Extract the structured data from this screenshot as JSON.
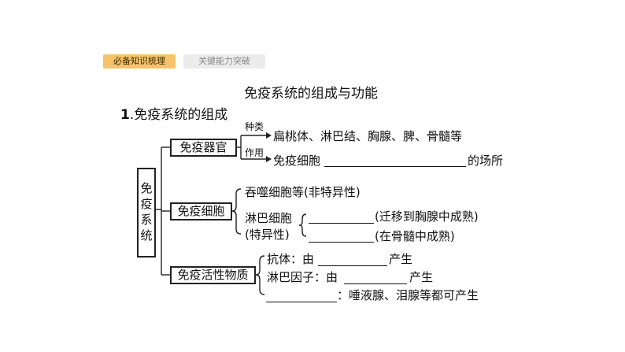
{
  "tabs": {
    "active": "必备知识梳理",
    "inactive": "关键能力突破"
  },
  "title": "免疫系统的组成与功能",
  "section": {
    "number": "1",
    "heading": ".免疫系统的组成"
  },
  "root": "免\n疫\n系\n统",
  "organ": {
    "box": "免疫器官",
    "kind_label": "种类",
    "kind_text": "扁桃体、淋巴结、胸腺、脾、骨髓等",
    "role_label": "作用",
    "role_before": "免疫细胞",
    "role_after": "的场所"
  },
  "cell": {
    "box": "免疫细胞",
    "phago": "吞噬细胞等(非特异性)",
    "lymph_line1": "淋巴细胞",
    "lymph_line2": "(特异性)",
    "t_cell": "(迁移到胸腺中成熟)",
    "b_cell": "(在骨髓中成熟)"
  },
  "substance": {
    "box": "免疫活性物质",
    "antibody_before": "抗体：由",
    "antibody_after": "产生",
    "lymphokine_before": "淋巴因子：由",
    "lymphokine_after": "产生",
    "lysozyme_after": "：唾液腺、泪腺等都可产生"
  }
}
